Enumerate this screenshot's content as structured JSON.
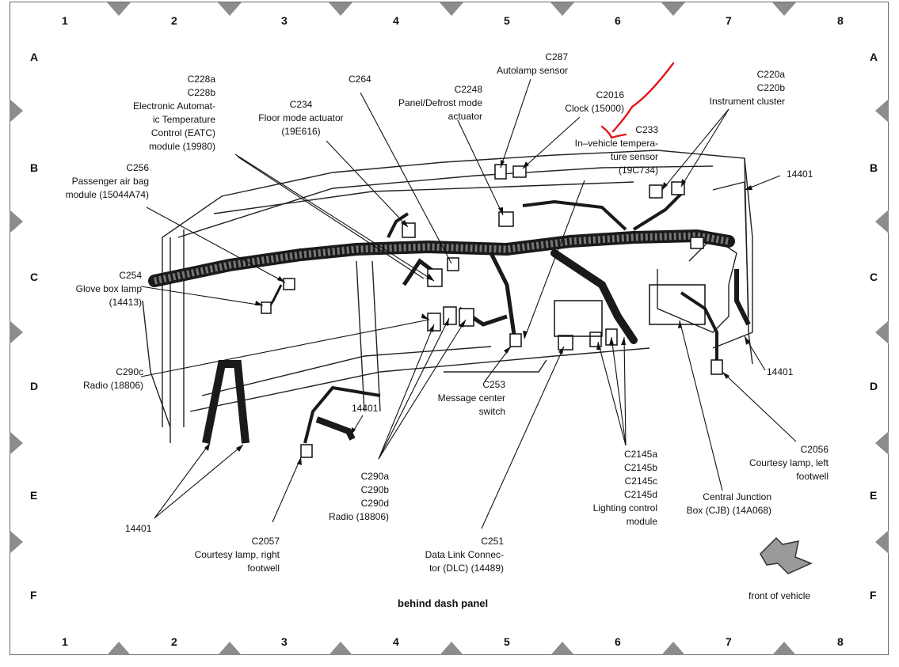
{
  "grid": {
    "columns": [
      "1",
      "2",
      "3",
      "4",
      "5",
      "6",
      "7",
      "8"
    ],
    "rows": [
      "A",
      "B",
      "C",
      "D",
      "E",
      "F"
    ]
  },
  "callouts": {
    "c228": "C228a\nC228b\nElectronic Automat-\nic Temperature\nControl (EATC)\nmodule (19980)",
    "c264": "C264",
    "c234": "C234\nFloor mode actuator\n(19E616)",
    "c2248": "C2248\nPanel/Defrost mode\nactuator",
    "c287": "C287\nAutolamp sensor",
    "c2016": "C2016\nClock (15000)",
    "c233": "C233\nIn–vehicle tempera-\nture sensor\n(19C734)",
    "c220": "C220a\nC220b\nInstrument cluster",
    "w14401_b": "14401",
    "c256": "C256\nPassenger air bag\nmodule (15044A74)",
    "c254": "C254\nGlove box lamp\n(14413)",
    "c290c": "C290c\nRadio (18806)",
    "w14401_d": "14401",
    "c253": "C253\nMessage center\nswitch",
    "w14401_e_mid": "14401",
    "c2145": "C2145a\nC2145b\nC2145c\nC2145d\nLighting control\nmodule",
    "c2056": "C2056\nCourtesy lamp, left\nfootwell",
    "c290abd": "C290a\nC290b\nC290d\nRadio (18806)",
    "cjb": "Central Junction\nBox (CJB) (14A068)",
    "w14401_e_left": "14401",
    "c2057": "C2057\nCourtesy lamp, right\nfootwell",
    "c251": "C251\nData Link Connec-\ntor (DLC) (14489)"
  },
  "caption": "behind dash panel",
  "front_label": "front of vehicle",
  "colors": {
    "annotation_mark": "#e8141a",
    "line": "#111111",
    "frame": "#6a6a6a",
    "arrow_fill": "#8a8a8a"
  }
}
